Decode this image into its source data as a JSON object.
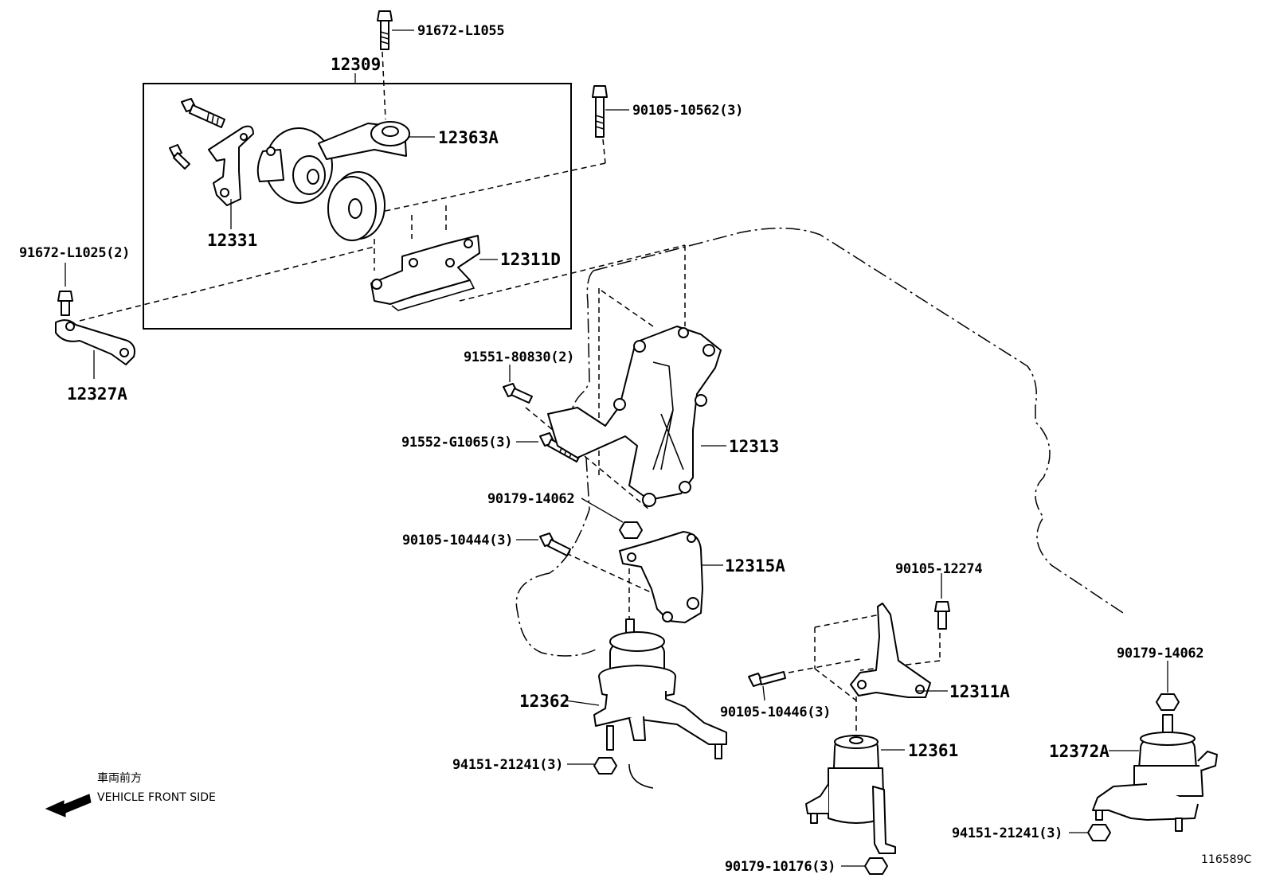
{
  "diagram": {
    "part_labels": {
      "p_12309": "12309",
      "p_12363A": "12363A",
      "p_12331": "12331",
      "p_12311D": "12311D",
      "p_12327A": "12327A",
      "p_12313": "12313",
      "p_12315A": "12315A",
      "p_12362": "12362",
      "p_12311A": "12311A",
      "p_12361": "12361",
      "p_12372A": "12372A"
    },
    "fastener_labels": {
      "f_91672_L1055": "91672-L1055",
      "f_90105_10562": "90105-10562(3)",
      "f_91672_L1025": "91672-L1025(2)",
      "f_91551_80830": "91551-80830(2)",
      "f_91552_G1065": "91552-G1065(3)",
      "f_90179_14062_a": "90179-14062",
      "f_90105_10444": "90105-10444(3)",
      "f_90105_12274": "90105-12274",
      "f_90105_10446": "90105-10446(3)",
      "f_94151_21241_a": "94151-21241(3)",
      "f_90179_14062_b": "90179-14062",
      "f_94151_21241_b": "94151-21241(3)",
      "f_90179_10176": "90179-10176(3)"
    },
    "direction_note": {
      "japanese": "車両前方",
      "english": "VEHICLE FRONT SIDE"
    },
    "figure_code": "116589C",
    "line_color": "#000000",
    "background_color": "#ffffff"
  }
}
